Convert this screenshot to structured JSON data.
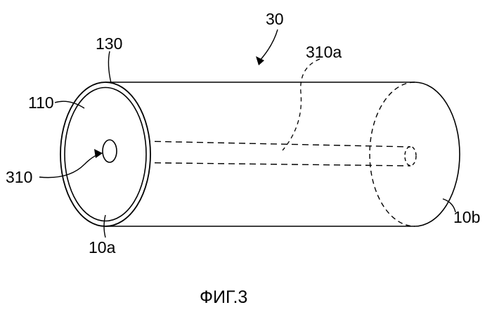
{
  "figure": {
    "caption": "ФИГ.3",
    "labels": {
      "assembly": "30",
      "shell": "130",
      "core": "110",
      "channel": "310",
      "channel_inner": "310a",
      "end_a": "10a",
      "end_b": "10b"
    }
  }
}
